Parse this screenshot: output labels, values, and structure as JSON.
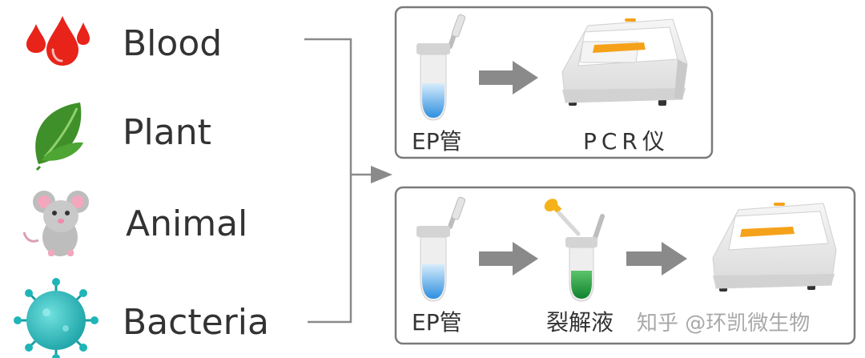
{
  "samples": [
    {
      "label": "Blood",
      "icon": "blood-drops-icon"
    },
    {
      "label": "Plant",
      "icon": "leaf-icon"
    },
    {
      "label": "Animal",
      "icon": "mouse-icon"
    },
    {
      "label": "Bacteria",
      "icon": "bacterium-icon"
    }
  ],
  "workflows": {
    "top": {
      "tube_label": "EP管",
      "instrument_label": "PCR仪"
    },
    "bottom": {
      "tube_label": "EP管",
      "lysis_label": "裂解液"
    }
  },
  "watermark": "知乎 @环凯微生物",
  "colors": {
    "blood": "#e8231a",
    "leaf": "#3f8f2a",
    "mouse": "#b8b8b8",
    "bacteria": "#1fb5b8",
    "tube_liquid": "#3b9ee6",
    "lysis_liquid": "#1e9a3c",
    "instrument_orange": "#f5a21a",
    "arrow": "#8a8a8a",
    "box_border": "#7a7a7a",
    "text": "#333333"
  }
}
